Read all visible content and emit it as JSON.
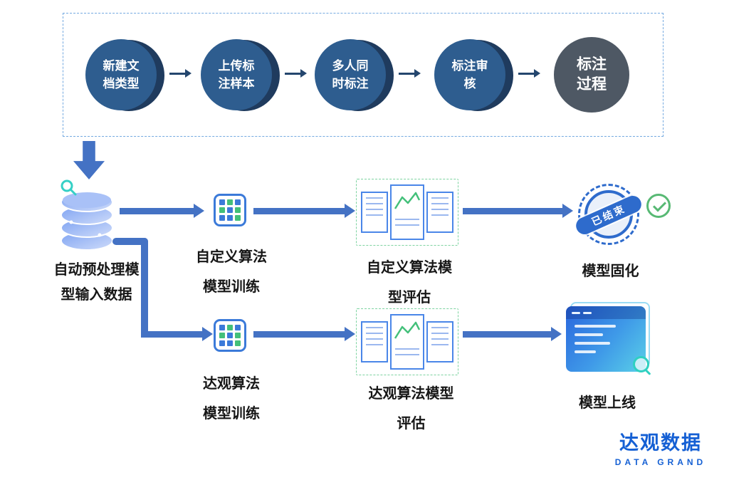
{
  "colors": {
    "accent_blue": "#4472C4",
    "circle_blue": "#2E5D8F",
    "circle_shadow": "#1F3B5E",
    "circle_gray": "#4E5864",
    "icon_blue": "#3B7AD9",
    "icon_green": "#43C07A",
    "stamp_blue": "#2E6BCC",
    "check_green": "#58B974",
    "logo_blue": "#1560D4"
  },
  "pipeline": {
    "steps": [
      {
        "label": "新建文\n档类型"
      },
      {
        "label": "上传标\n注样本"
      },
      {
        "label": "多人同\n时标注"
      },
      {
        "label": "标注审\n核"
      },
      {
        "label": "标注\n过程"
      }
    ]
  },
  "flow": {
    "db_label": "自动预处理模\n型输入数据",
    "custom_train_label": "自定义算法\n模型训练",
    "custom_eval_label": "自定义算法模\n型评估",
    "solidify_label": "模型固化",
    "dg_train_label": "达观算法\n模型训练",
    "dg_eval_label": "达观算法模型\n评估",
    "online_label": "模型上线",
    "stamp_text": "已结束"
  },
  "logo": {
    "name": "达观数据",
    "subtitle": "DATA GRAND"
  }
}
